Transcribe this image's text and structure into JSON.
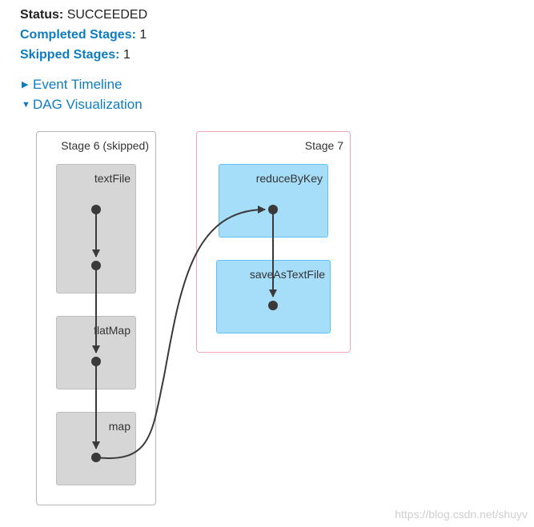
{
  "summary": {
    "status_label": "Status:",
    "status_value": "SUCCEEDED",
    "completed_label": "Completed Stages:",
    "completed_value": "1",
    "skipped_label": "Skipped Stages:",
    "skipped_value": "1"
  },
  "toggles": {
    "event_timeline": {
      "label": "Event Timeline",
      "expanded": false
    },
    "dag_visualization": {
      "label": "DAG Visualization",
      "expanded": true
    }
  },
  "dag": {
    "stages": [
      {
        "label": "Stage 6 (skipped)",
        "state": "skipped",
        "rdds": [
          {
            "label": "textFile"
          },
          {
            "label": "flatMap"
          },
          {
            "label": "map"
          }
        ]
      },
      {
        "label": "Stage 7",
        "state": "active",
        "rdds": [
          {
            "label": "reduceByKey"
          },
          {
            "label": "saveAsTextFile"
          }
        ]
      }
    ],
    "colors": {
      "skipped_stage_border": "#b5b5b5",
      "active_stage_border": "#f2a7b5",
      "skipped_rdd_fill": "#d6d6d6",
      "active_rdd_fill": "#a6defa",
      "active_rdd_border": "#5fc2f0",
      "edge": "#3a3a3a",
      "link": "#0f7cc0"
    }
  },
  "watermark": "https://blog.csdn.net/shuyv"
}
